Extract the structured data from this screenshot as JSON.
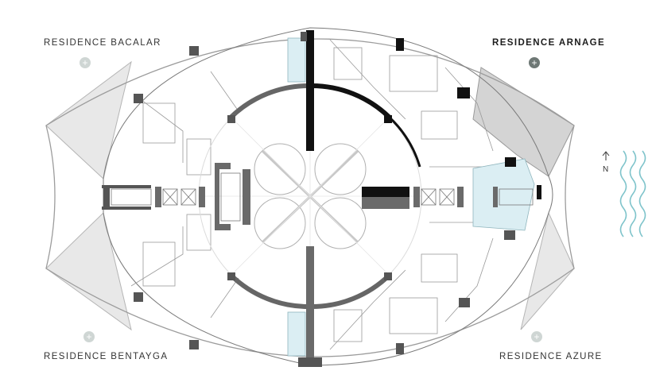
{
  "residences": [
    {
      "id": "bacalar",
      "label": "RESIDENCE BACALAR",
      "active": false,
      "marker": "+"
    },
    {
      "id": "arnage",
      "label": "RESIDENCE ARNAGE",
      "active": true,
      "marker": "+"
    },
    {
      "id": "bentayga",
      "label": "RESIDENCE BENTAYGA",
      "active": false,
      "marker": "+"
    },
    {
      "id": "azure",
      "label": "RESIDENCE AZURE",
      "active": false,
      "marker": "+"
    }
  ],
  "compass": {
    "label": "N"
  },
  "colors": {
    "wall": "#6a6a6a",
    "dark": "#111111",
    "terrace": "#e6e6e6",
    "selected": "#d4d4d4",
    "glass": "#dbeef3",
    "water": "#7fc4cb"
  }
}
